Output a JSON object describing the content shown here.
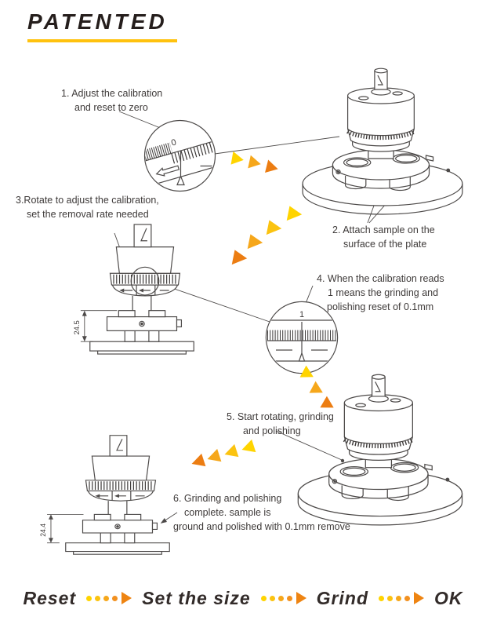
{
  "header": {
    "title": "PATENTED"
  },
  "steps": [
    {
      "lines": [
        "1. Adjust the calibration",
        "and reset to zero"
      ]
    },
    {
      "lines": [
        "2. Attach sample on the",
        "surface of the plate"
      ]
    },
    {
      "lines": [
        "3.Rotate to adjust the calibration,",
        "set the removal rate needed"
      ]
    },
    {
      "lines": [
        "4. When the calibration reads",
        "1 means the grinding and",
        "polishing reset of 0.1mm"
      ]
    },
    {
      "lines": [
        "5. Start rotating, grinding",
        "and polishing"
      ]
    },
    {
      "lines": [
        "6. Grinding and polishing",
        "complete. sample is",
        "ground and polished with 0.1mm remove"
      ]
    }
  ],
  "dial_marks": {
    "zero": "0",
    "one": "1"
  },
  "dimensions": {
    "step3": "24.5",
    "step6": "24.4"
  },
  "flow_bar": {
    "labels": [
      "Reset",
      "Set the size",
      "Grind",
      "OK"
    ]
  },
  "colors": {
    "underline_gold": "#FFC20E",
    "flow_yellow": "#FFD400",
    "flow_amber": "#FBC310",
    "flow_orange_mid": "#F6A71B",
    "flow_orange": "#EC7D12",
    "ink": "#3E3A39",
    "line_art": "#4D4A49"
  }
}
